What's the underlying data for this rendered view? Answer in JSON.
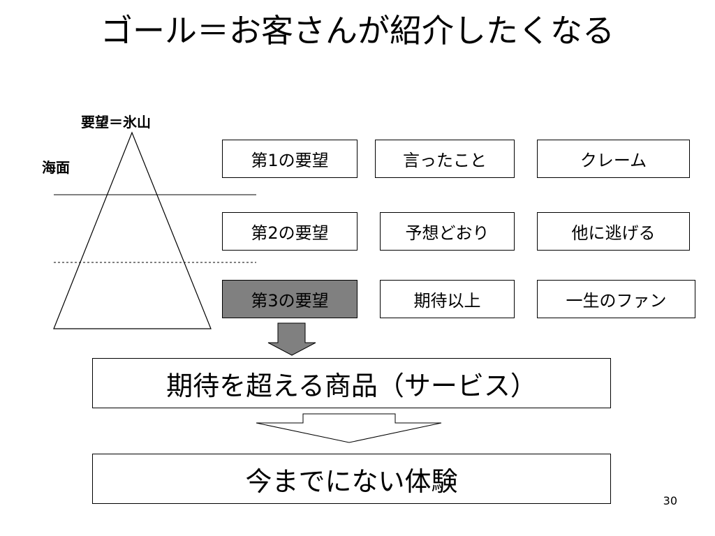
{
  "title": "ゴール＝お客さんが紹介したくなる",
  "iceberg": {
    "label": "要望＝氷山",
    "sea_label": "海面"
  },
  "rows": [
    {
      "level": "第1の要望",
      "description": "言ったこと",
      "outcome": "クレーム",
      "highlighted": false
    },
    {
      "level": "第2の要望",
      "description": "予想どおり",
      "outcome": "他に逃げる",
      "highlighted": false
    },
    {
      "level": "第3の要望",
      "description": "期待以上",
      "outcome": "一生のファン",
      "highlighted": true
    }
  ],
  "result_box": "期待を超える商品（サービス）",
  "final_box": "今までにない体験",
  "page_number": "30",
  "colors": {
    "highlight_fill": "#808080",
    "arrow_fill": "#808080",
    "line": "#000000"
  }
}
